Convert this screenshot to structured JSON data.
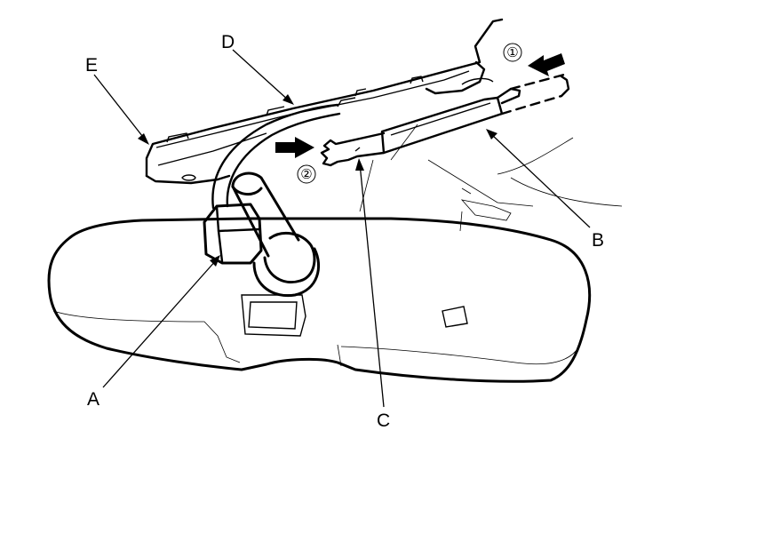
{
  "callouts": {
    "A": "A",
    "B": "B",
    "C": "C",
    "D": "D",
    "E": "E"
  },
  "steps": {
    "step_1": "①",
    "step_2": "②"
  },
  "colors": {
    "line": "#000000",
    "background": "#ffffff"
  },
  "icons": {
    "step_1_arrow": "arrow-left-icon",
    "step_2_arrow": "arrow-right-icon"
  }
}
